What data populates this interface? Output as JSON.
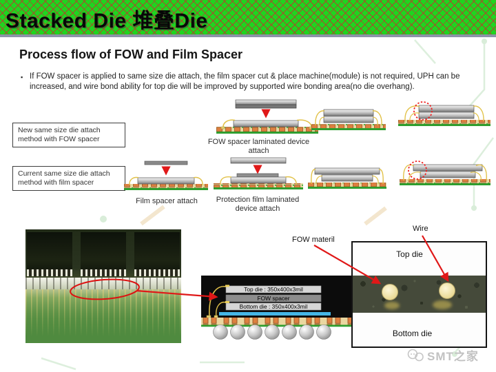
{
  "banner": {
    "title": "Stacked Die 堆叠Die"
  },
  "slide": {
    "title": "Process flow of FOW and Film Spacer",
    "bullet": "If FOW spacer is applied to same size die attach, the film spacer cut & place machine(module) is not required, UPH can be increased, and wire bond ability for top die will be improved by supported wire bonding area(no die overhang)."
  },
  "flow": {
    "new_method_box": "New same size die attach method with FOW spacer",
    "current_method_box": "Current same size die attach method with film spacer",
    "fow_step_label": "FOW spacer laminated device attach",
    "film_step_label": "Film spacer attach",
    "protection_step_label": "Protection film laminated device attach"
  },
  "stack_diagram": {
    "top_die": "Top die : 350x400x3mil",
    "spacer": "FOW spacer",
    "bottom_die": "Bottom die : 350x400x3mil"
  },
  "micrograph": {
    "top_die": "Top die",
    "bottom_die": "Bottom die"
  },
  "callouts": {
    "fow_material": "FOW materil",
    "wire": "Wire"
  },
  "watermark": {
    "text": "SMT之家"
  },
  "colors": {
    "header_green": "#1fd41f",
    "hatch_red": "#be372d",
    "arrow_red": "#e01818",
    "highlight_red": "#ee2222",
    "substrate_tan": "#ead7a0",
    "copper_orange": "#dd8040",
    "pcb_green": "#2f9e2f",
    "wire_yellow": "#e2c24a",
    "die_gray": "#bdbdbd",
    "spacer_gray": "#8d8d8d",
    "die_attach_blue": "#45b6e6"
  }
}
